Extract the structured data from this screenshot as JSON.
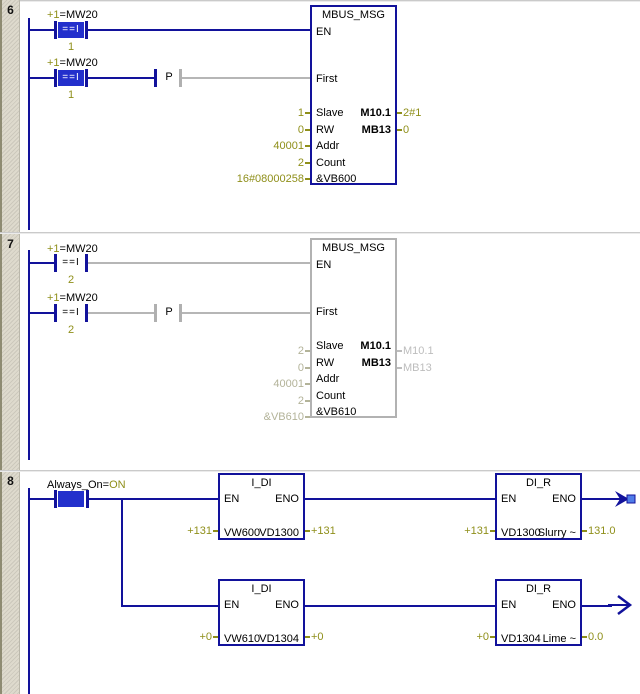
{
  "colors": {
    "wire": "#12129b",
    "power_flow_fill": "#2330cc",
    "value_text": "#8f8f1a",
    "disabled_gray": "#b2b2b2",
    "arrow_handle": "#4f7ce8"
  },
  "gutter": {
    "net6_label": "6",
    "net7_label": "7",
    "net8_label": "8"
  },
  "net6": {
    "contact1": {
      "pre": "+1",
      "op": "=MW20",
      "symbol": "==I",
      "operand": "1"
    },
    "contact2": {
      "pre": "+1",
      "op": "=MW20",
      "symbol": "==I",
      "operand": "1"
    },
    "edge": {
      "symbol": "P"
    },
    "block": {
      "title": "MBUS_MSG",
      "pins": {
        "en": "EN",
        "first": "First"
      },
      "rows": [
        {
          "pin": "Slave",
          "value": "1",
          "out_pin": "M10.1",
          "out_value": "2#1"
        },
        {
          "pin": "RW",
          "value": "0",
          "out_pin": "MB13",
          "out_value": "0"
        },
        {
          "pin": "Addr",
          "value": "40001"
        },
        {
          "pin": "Count",
          "value": "2"
        },
        {
          "pin": "&VB600",
          "value": "16#08000258"
        }
      ]
    }
  },
  "net7": {
    "contact1": {
      "pre": "+1",
      "op": "=MW20",
      "symbol": "==I",
      "operand": "2"
    },
    "contact2": {
      "pre": "+1",
      "op": "=MW20",
      "symbol": "==I",
      "operand": "2"
    },
    "edge": {
      "symbol": "P"
    },
    "block": {
      "title": "MBUS_MSG",
      "pins": {
        "en": "EN",
        "first": "First"
      },
      "rows": [
        {
          "pin": "Slave",
          "value": "2",
          "out_pin": "M10.1",
          "out_value": "M10.1"
        },
        {
          "pin": "RW",
          "value": "0",
          "out_pin": "MB13",
          "out_value": "MB13"
        },
        {
          "pin": "Addr",
          "value": "40001"
        },
        {
          "pin": "Count",
          "value": "2"
        },
        {
          "pin": "&VB610",
          "value": "&VB610"
        }
      ]
    }
  },
  "net8": {
    "contact": {
      "op": "Always_On=",
      "value": "ON"
    },
    "row1": {
      "idi": {
        "title": "I_DI",
        "en": "EN",
        "eno": "ENO",
        "in_pin": "VW600",
        "out_pin": "VD1300",
        "in_value": "+131",
        "out_value": "+131"
      },
      "dir": {
        "title": "DI_R",
        "en": "EN",
        "eno": "ENO",
        "in_pin": "VD1300",
        "out_pin": "Slurry ~",
        "in_value": "+131",
        "out_value": "131.0"
      }
    },
    "row2": {
      "idi": {
        "title": "I_DI",
        "en": "EN",
        "eno": "ENO",
        "in_pin": "VW610",
        "out_pin": "VD1304",
        "in_value": "+0",
        "out_value": "+0"
      },
      "dir": {
        "title": "DI_R",
        "en": "EN",
        "eno": "ENO",
        "in_pin": "VD1304",
        "out_pin": "Lime ~",
        "in_value": "+0",
        "out_value": "0.0"
      }
    }
  }
}
